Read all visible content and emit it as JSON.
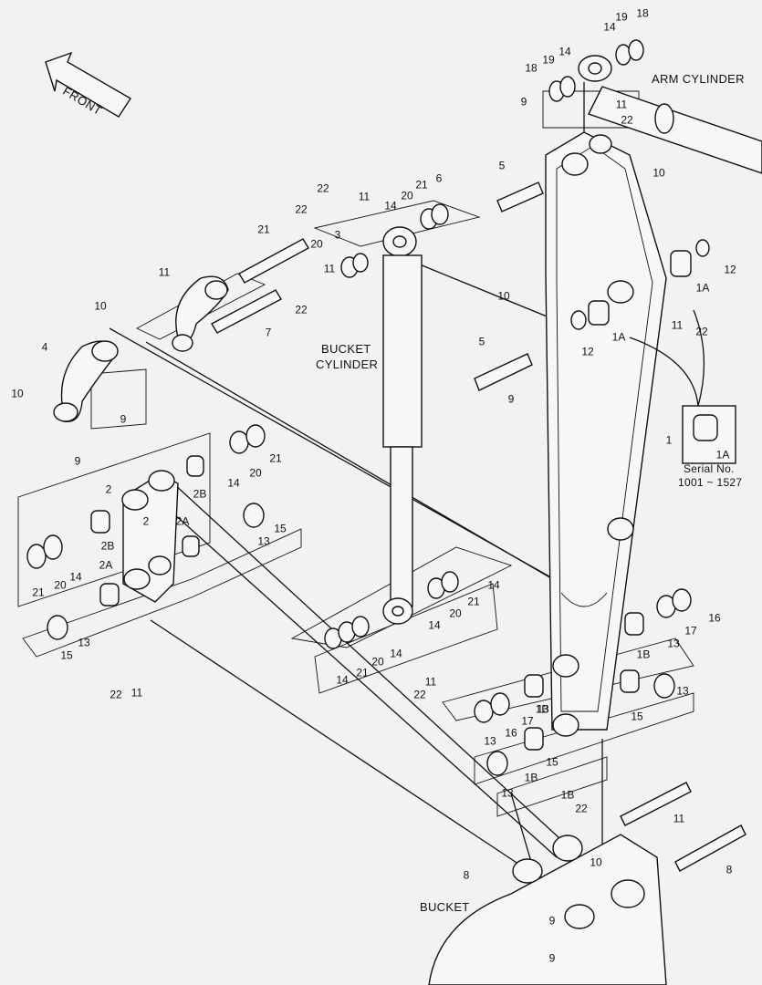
{
  "captions": {
    "front": "FRONT",
    "arm_cylinder": "ARM CYLINDER",
    "bucket_cylinder_line1": "BUCKET",
    "bucket_cylinder_line2": "CYLINDER",
    "bucket": "BUCKET",
    "serial_label": "Serial No.",
    "serial_range": "1001 ~ 1527"
  },
  "callouts": [
    "14",
    "19",
    "18",
    "18",
    "19",
    "14",
    "9",
    "11",
    "22",
    "5",
    "10",
    "22",
    "11",
    "22",
    "11",
    "14",
    "20",
    "21",
    "6",
    "21",
    "20",
    "3",
    "11",
    "22",
    "7",
    "10",
    "4",
    "10",
    "9",
    "9",
    "21",
    "20",
    "14",
    "2",
    "2B",
    "2",
    "2B",
    "2A",
    "13",
    "15",
    "21",
    "20",
    "14",
    "2A",
    "15",
    "13",
    "22",
    "11",
    "12",
    "1A",
    "11",
    "22",
    "10",
    "12",
    "5",
    "1A",
    "9",
    "1",
    "1A",
    "14",
    "21",
    "20",
    "14",
    "14",
    "21",
    "20",
    "14",
    "11",
    "22",
    "16",
    "17",
    "13",
    "1B",
    "13",
    "15",
    "1B",
    "13",
    "16",
    "17",
    "13",
    "1B",
    "13",
    "15",
    "1B",
    "22",
    "11",
    "8",
    "8",
    "10",
    "9",
    "9",
    "10"
  ]
}
